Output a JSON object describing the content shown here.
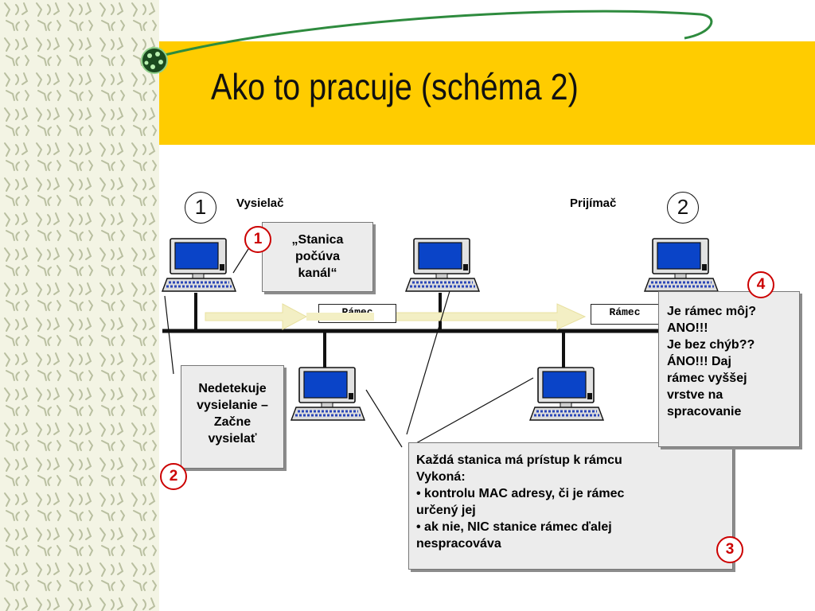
{
  "slide": {
    "title": "Ako to pracuje (schéma 2)"
  },
  "nodes": {
    "sender_label": "Vysielač",
    "receiver_label": "Prijímač",
    "sender_number": "1",
    "receiver_number": "2"
  },
  "frames": {
    "left_label": "Rámec",
    "right_label": "Rámec"
  },
  "steps": [
    {
      "number": "1",
      "lines": [
        "„Stanica",
        "počúva",
        "kanál“"
      ]
    },
    {
      "number": "2",
      "lines": [
        "Nedetekuje",
        "vysielanie –",
        "Začne",
        "vysielať"
      ]
    },
    {
      "number": "3",
      "lines": [
        "Každá stanica má prístup k rámcu",
        "Vykoná:",
        "• kontrolu MAC adresy, či je rámec",
        "určený jej",
        "• ak nie, NIC stanice rámec ďalej",
        "nespracováva"
      ]
    },
    {
      "number": "4",
      "lines": [
        "Je rámec môj?",
        "ANO!!!",
        "Je bez chýb??",
        "ÁNO!!! Daj",
        "rámec vyššej",
        "vrstve na",
        "spracovanie"
      ]
    }
  ],
  "colors": {
    "title_band": "#ffcc00",
    "badge": "#cc0000",
    "callout_fill": "#ececec",
    "arrow_fill": "#f3efc4",
    "screen_blue": "#0a44c8",
    "swoosh": "#2e8b3e"
  },
  "icons": {
    "workstation": "computer-icon",
    "bullet": "green-globe-icon"
  }
}
